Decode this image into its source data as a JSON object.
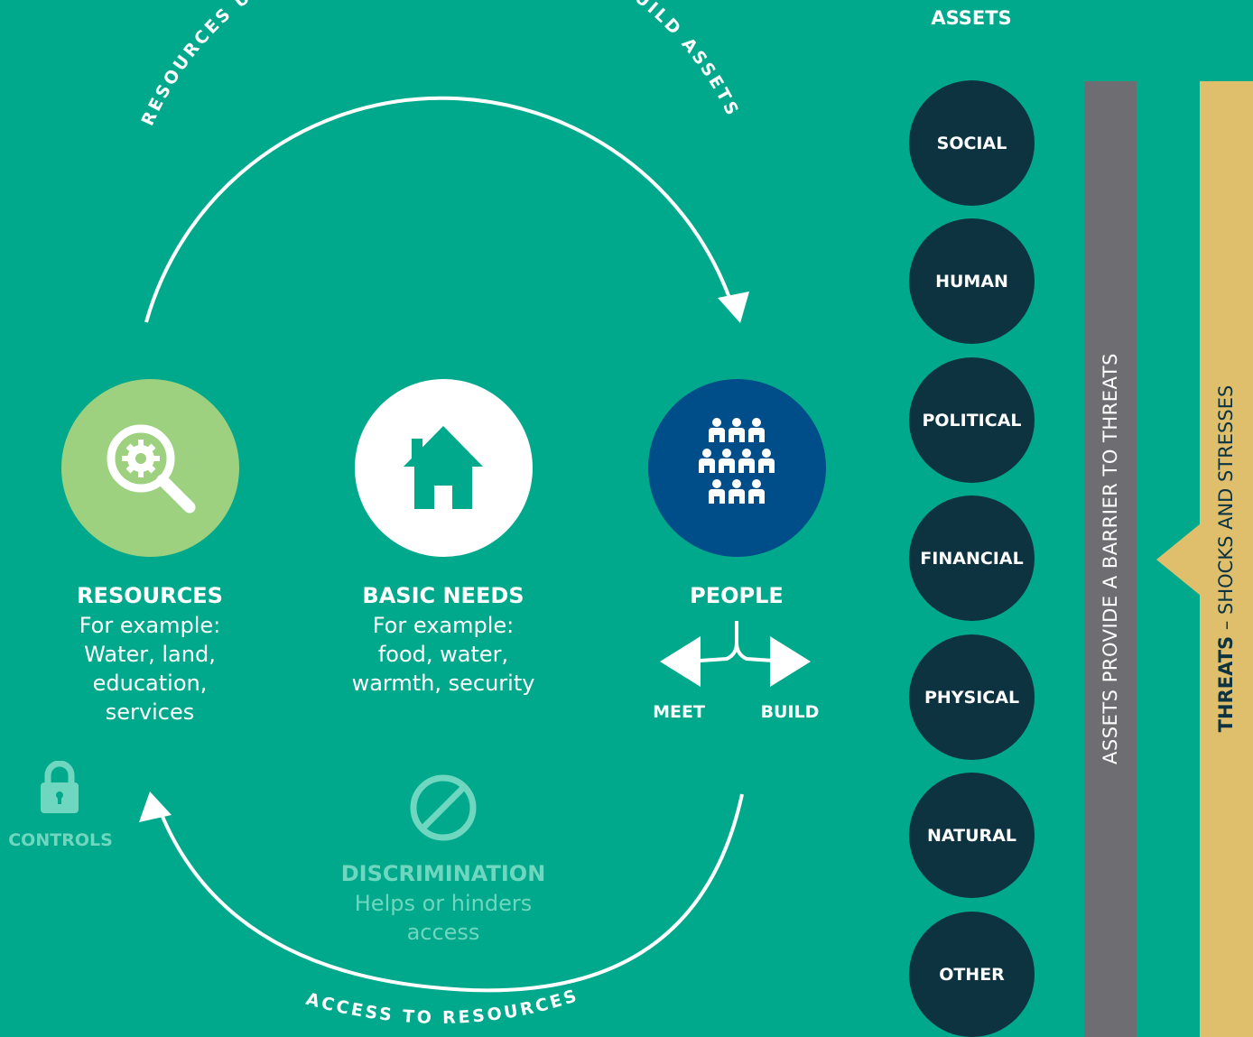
{
  "header": {
    "assets_label": "ASSETS"
  },
  "cycle": {
    "top_arc_label": "RESOURCES USED TO MEET BASIC NEEDS AND BUILD ASSETS",
    "bottom_arc_label": "ACCESS TO RESOURCES"
  },
  "nodes": {
    "resources": {
      "title": "RESOURCES",
      "description": "For example:\nWater, land,\neducation,\nservices",
      "icon": "gear-magnifier-icon",
      "color": "#9dd17f"
    },
    "basic_needs": {
      "title": "BASIC NEEDS",
      "description": "For example:\nfood, water,\nwarmth, security",
      "icon": "house-icon",
      "color": "#ffffff"
    },
    "people": {
      "title": "PEOPLE",
      "icon": "people-group-icon",
      "color": "#004e89",
      "meet_label": "MEET",
      "build_label": "BUILD"
    }
  },
  "controls": {
    "label": "CONTROLS",
    "icon": "padlock-icon"
  },
  "discrimination": {
    "title": "DISCRIMINATION",
    "description": "Helps or hinders\naccess",
    "icon": "prohibited-icon",
    "color": "#6fd6c0"
  },
  "assets": [
    {
      "label": "SOCIAL"
    },
    {
      "label": "HUMAN"
    },
    {
      "label": "POLITICAL"
    },
    {
      "label": "FINANCIAL"
    },
    {
      "label": "PHYSICAL"
    },
    {
      "label": "NATURAL"
    },
    {
      "label": "OTHER"
    }
  ],
  "barrier": {
    "label": "ASSETS PROVIDE A BARRIER TO THREATS",
    "color": "#6e6e72"
  },
  "threats": {
    "bold": "THREATS",
    "rest": " – SHOCKS AND STRESSES",
    "color": "#e0bf6c"
  },
  "colors": {
    "background": "#00a98b",
    "asset_circle": "#0d3341"
  }
}
